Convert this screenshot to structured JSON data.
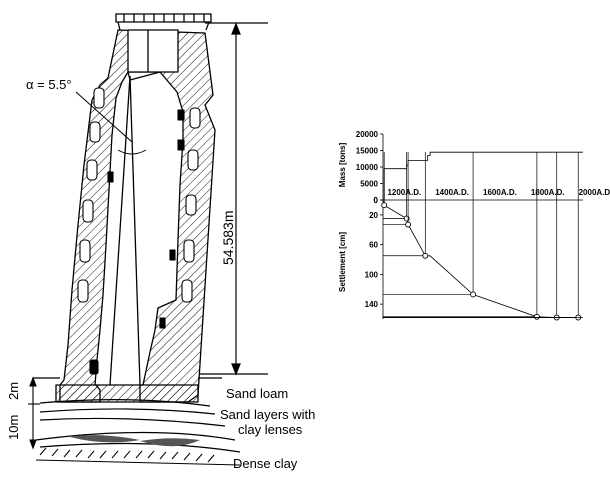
{
  "tower": {
    "angle_label": "α = 5.5°",
    "height_label": "54.583m",
    "depth_top_label": "2m",
    "depth_total_label": "10m",
    "layers": [
      "Sand loam",
      "Sand layers with",
      "clay lenses",
      "Dense clay"
    ]
  },
  "chart_data": [
    {
      "type": "line",
      "title": "",
      "ylabel": "Mass [tons]",
      "xlabel": "",
      "x_tick_labels": [
        "1200A.D.",
        "1400A.D.",
        "1600A.D.",
        "1800A.D.",
        "2000A.D."
      ],
      "yticks": [
        0,
        5000,
        10000,
        15000,
        20000
      ],
      "ylim": [
        0,
        20000
      ],
      "xlim": [
        1173,
        2010
      ],
      "series": [
        {
          "x": [
            1173,
            1178,
            1178,
            1272,
            1272,
            1278,
            1278,
            1360,
            1360,
            1370,
            1370,
            2010
          ],
          "y": [
            0,
            0,
            9500,
            9500,
            10500,
            10500,
            12000,
            12000,
            13500,
            13500,
            14500,
            14500
          ]
        }
      ]
    },
    {
      "type": "line",
      "title": "",
      "ylabel": "Settlement [cm]",
      "xlabel": "",
      "yticks": [
        0,
        20,
        60,
        100,
        140
      ],
      "ylim": [
        0,
        160
      ],
      "xlim": [
        1173,
        2010
      ],
      "series": [
        {
          "x": [
            1173,
            1178,
            1272,
            1278,
            1350,
            1370,
            1550,
            1817,
            1900,
            1990
          ],
          "y": [
            0,
            7,
            25,
            33,
            75,
            75,
            127,
            157,
            158,
            158
          ]
        }
      ]
    }
  ]
}
